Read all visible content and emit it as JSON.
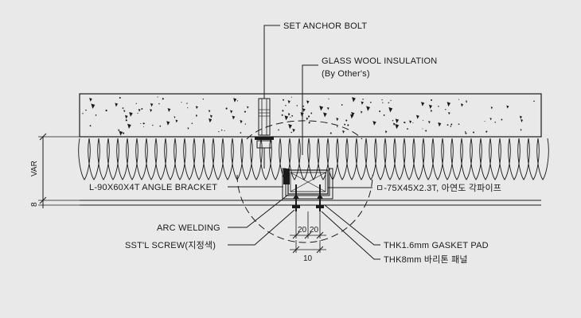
{
  "labels": {
    "set_anchor_bolt": "SET ANCHOR BOLT",
    "glass_wool": "GLASS WOOL INSULATION",
    "by_others": "(By Other's)",
    "angle_bracket": "L-90X60X4T ANGLE BRACKET",
    "square_pipe": "ㅁ-75X45X2.3T, 아연도 각파이프",
    "arc_welding": "ARC WELDING",
    "sstl_screw": "SST'L SCREW(지정색)",
    "gasket_pad": "THK1.6mm GASKET PAD",
    "panel": "THK8mm 바리톤 패널"
  },
  "dimensions": {
    "var": "VAR",
    "eight": "8",
    "twenty_left": "20",
    "twenty_right": "20",
    "ten": "10"
  },
  "colors": {
    "background": "#e9e9e9",
    "line": "#1a1a1a"
  }
}
